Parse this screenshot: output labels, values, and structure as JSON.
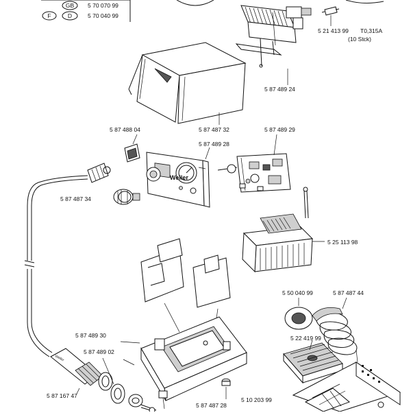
{
  "lang_table": {
    "rows": [
      {
        "codes": [
          "GB"
        ],
        "number": "5 70 070 99"
      },
      {
        "codes": [
          "F",
          "D"
        ],
        "number": "5 70 040 99"
      }
    ]
  },
  "panel_brand": "Weller",
  "parts": [
    {
      "id": "fuse",
      "number": "5 21 413 99",
      "extra": "T0,315A",
      "note": "(10 Stck)"
    },
    {
      "id": "heatsink-board",
      "number": "5 87 489 24"
    },
    {
      "id": "cover",
      "number": "5 87 487 32"
    },
    {
      "id": "switch",
      "number": "5 87 488 04"
    },
    {
      "id": "front-panel",
      "number": "5 87 489 28"
    },
    {
      "id": "control-board",
      "number": "5 87 489 29"
    },
    {
      "id": "connector-socket",
      "number": "5 87 487 34"
    },
    {
      "id": "transformer",
      "number": "5 25 113 98"
    },
    {
      "id": "sponge-ring",
      "number": "5 50 040 99"
    },
    {
      "id": "iron-holder-spiral",
      "number": "5 87 487 44"
    },
    {
      "id": "base-housing",
      "number": "5 87 489 30"
    },
    {
      "id": "sponge",
      "number": "5 22 419 99"
    },
    {
      "id": "iron-grip-part",
      "number": "5 87 489 02"
    },
    {
      "id": "soldering-iron",
      "number": "5 87 167 47"
    },
    {
      "id": "foot",
      "number": "5 87 487 28"
    },
    {
      "id": "holder-base",
      "number": "5 10 203 99"
    }
  ]
}
